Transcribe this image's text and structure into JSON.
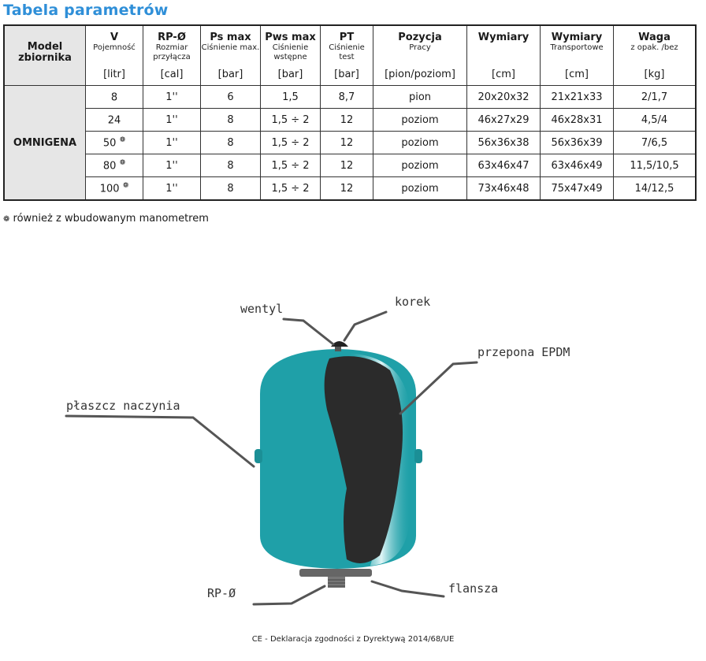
{
  "title": "Tabela parametrów",
  "headers": [
    {
      "main": "Model zbiornika",
      "sub": "",
      "unit": ""
    },
    {
      "main": "V",
      "sub": "Pojemność",
      "unit": "[litr]"
    },
    {
      "main": "RP-Ø",
      "sub": "Rozmiar przyłącza",
      "unit": "[cal]"
    },
    {
      "main": "Ps max",
      "sub": "Ciśnienie max.",
      "unit": "[bar]"
    },
    {
      "main": "Pws max",
      "sub": "Ciśnienie wstępne",
      "unit": "[bar]"
    },
    {
      "main": "PT",
      "sub": "Ciśnienie test",
      "unit": "[bar]"
    },
    {
      "main": "Pozycja",
      "sub": "Pracy",
      "unit": "[pion/poziom]"
    },
    {
      "main": "Wymiary",
      "sub": "",
      "unit": "[cm]"
    },
    {
      "main": "Wymiary",
      "sub": "Transportowe",
      "unit": "[cm]"
    },
    {
      "main": "Waga",
      "sub": "z opak. /bez",
      "unit": "[kg]"
    }
  ],
  "model_name": "OMNIGENA",
  "star_symbol": "❁",
  "rows": [
    {
      "v": "8",
      "rp": "1''",
      "ps": "6",
      "pws": "1,5",
      "pt": "8,7",
      "poz": "pion",
      "wym": "20x20x32",
      "wymt": "21x21x33",
      "waga": "2/1,7",
      "star": ""
    },
    {
      "v": "24",
      "rp": "1''",
      "ps": "8",
      "pws": "1,5 ÷ 2",
      "pt": "12",
      "poz": "poziom",
      "wym": "46x27x29",
      "wymt": "46x28x31",
      "waga": "4,5/4",
      "star": ""
    },
    {
      "v": "50",
      "rp": "1''",
      "ps": "8",
      "pws": "1,5 ÷ 2",
      "pt": "12",
      "poz": "poziom",
      "wym": "56x36x38",
      "wymt": "56x36x39",
      "waga": "7/6,5",
      "star": "❁"
    },
    {
      "v": "80",
      "rp": "1''",
      "ps": "8",
      "pws": "1,5 ÷ 2",
      "pt": "12",
      "poz": "poziom",
      "wym": "63x46x47",
      "wymt": "63x46x49",
      "waga": "11,5/10,5",
      "star": "❁"
    },
    {
      "v": "100",
      "rp": "1''",
      "ps": "8",
      "pws": "1,5 ÷ 2",
      "pt": "12",
      "poz": "poziom",
      "wym": "73x46x48",
      "wymt": "75x47x49",
      "waga": "14/12,5",
      "star": "❁"
    }
  ],
  "footnote": "również z wbudowanym manometrem",
  "labels": {
    "wentyl": "wentyl",
    "korek": "korek",
    "przepona": "przepona EPDM",
    "plaszcz": "płaszcz naczynia",
    "rp": "RP-Ø",
    "flansza": "flansza"
  },
  "ce_text": "CE - Deklaracja zgodności z Dyrektywą 2014/68/UE",
  "colors": {
    "title": "#2f8fd8",
    "tank": "#1fa0a8",
    "membrane": "#2b2b2b"
  }
}
